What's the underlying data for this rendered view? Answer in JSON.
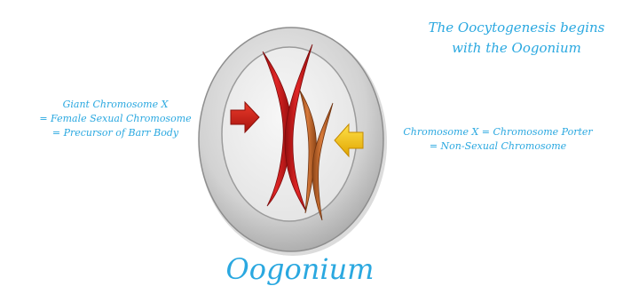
{
  "title": {
    "line1": "The Oocytogenesis begins",
    "line2": "with the Oogonium"
  },
  "left_label": {
    "line1": "Giant Chromosome X",
    "line2": "= Female Sexual Chromosome",
    "line3": "= Precursor of Barr Body"
  },
  "right_label": {
    "line1": "Chromosome X = Chromosome Porter",
    "line2": "= Non-Sexual Chromosome"
  },
  "caption": "Oogonium",
  "colors": {
    "text": "#2aa8e0",
    "cell_outer": "#d6d6d6",
    "nucleus": "#ededed",
    "chromosome_large": "#c41414",
    "chromosome_small": "#c66a2c",
    "arrow_red": "#c0201a",
    "arrow_yellow": "#f1c40f"
  },
  "icons": [
    "red-arrow-icon",
    "yellow-arrow-icon"
  ]
}
